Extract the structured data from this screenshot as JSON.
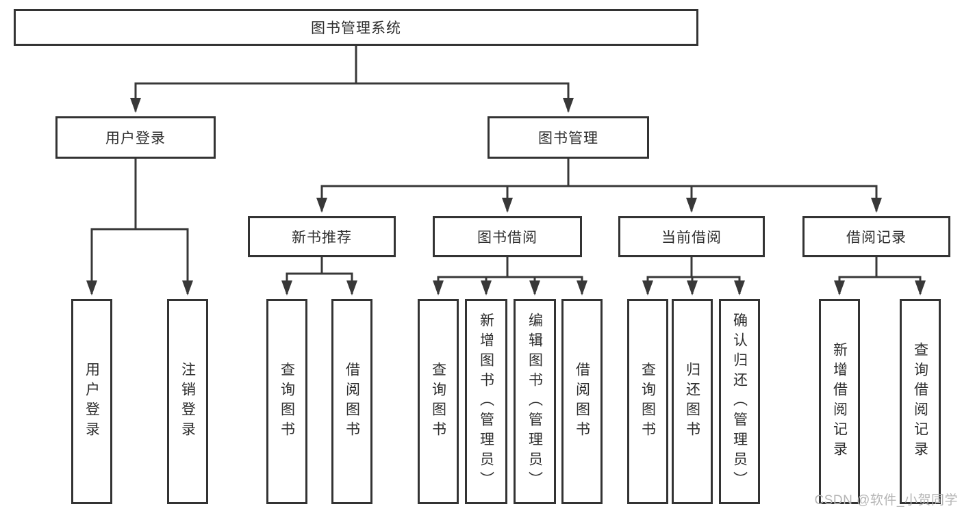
{
  "tree": {
    "root": {
      "label": "图书管理系统"
    },
    "level1": [
      {
        "label": "用户登录",
        "parent": "图书管理系统"
      },
      {
        "label": "图书管理",
        "parent": "图书管理系统"
      }
    ],
    "level2": [
      {
        "label": "新书推荐",
        "parent": "图书管理"
      },
      {
        "label": "图书借阅",
        "parent": "图书管理"
      },
      {
        "label": "当前借阅",
        "parent": "图书管理"
      },
      {
        "label": "借阅记录",
        "parent": "图书管理"
      }
    ],
    "leaves": [
      {
        "label": "用户登录",
        "parent": "用户登录"
      },
      {
        "label": "注销登录",
        "parent": "用户登录"
      },
      {
        "label": "查询图书",
        "parent": "新书推荐"
      },
      {
        "label": "借阅图书",
        "parent": "新书推荐"
      },
      {
        "label": "查询图书",
        "parent": "图书借阅"
      },
      {
        "label": "新增图书（管理员）",
        "parent": "图书借阅"
      },
      {
        "label": "编辑图书（管理员）",
        "parent": "图书借阅"
      },
      {
        "label": "借阅图书",
        "parent": "图书借阅"
      },
      {
        "label": "查询图书",
        "parent": "当前借阅"
      },
      {
        "label": "归还图书",
        "parent": "当前借阅"
      },
      {
        "label": "确认归还（管理员）",
        "parent": "当前借阅"
      },
      {
        "label": "新增借阅记录",
        "parent": "借阅记录"
      },
      {
        "label": "查询借阅记录",
        "parent": "借阅记录"
      }
    ]
  },
  "watermark": {
    "text": "CSDN @软件_小贺同学"
  },
  "colors": {
    "line": "#383838",
    "box_border": "#333333",
    "text": "#2e2e2e",
    "watermark": "#b5b5b5"
  }
}
